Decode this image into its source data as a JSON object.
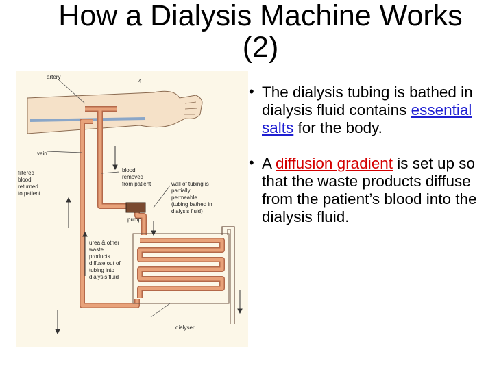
{
  "slide": {
    "title_line1": "How a Dialysis Machine Works",
    "title_line2": "(2)"
  },
  "diagram": {
    "labels": {
      "artery": "artery",
      "vein": "vein",
      "filtered_1": "filtered",
      "filtered_2": "blood",
      "filtered_3": "returned",
      "filtered_4": "to patient",
      "removed_1": "blood",
      "removed_2": "removed",
      "removed_3": "from patient",
      "wall_1": "wall of tubing is",
      "wall_2": "partially",
      "wall_3": "permeable",
      "wall_4": "(tubing bathed in",
      "wall_5": "dialysis fluid)",
      "pump": "pump",
      "urea_1": "urea & other",
      "urea_2": "waste",
      "urea_3": "products",
      "urea_4": "diffuse out of",
      "urea_5": "tubing into",
      "urea_6": "dialysis fluid",
      "dialyser": "dialyser",
      "page_mark": "4"
    },
    "colors": {
      "tube": "#e8a27a",
      "tube_edge": "#b4694a",
      "vein": "#8aa6c8",
      "arm": "#f5e1c8",
      "background": "#fcf7e8"
    }
  },
  "bullets": [
    {
      "before": "The dialysis tubing is bathed in dialysis fluid contains ",
      "highlight": "essential salts",
      "after": " for the body.",
      "highlight_color": "#1f1fd2"
    },
    {
      "before": "A ",
      "highlight": "diffusion gradient",
      "after": " is set up so that the waste products diffuse from the patient’s blood into the dialysis fluid.",
      "highlight_color": "#d40000"
    }
  ],
  "bullet_symbol": "•"
}
